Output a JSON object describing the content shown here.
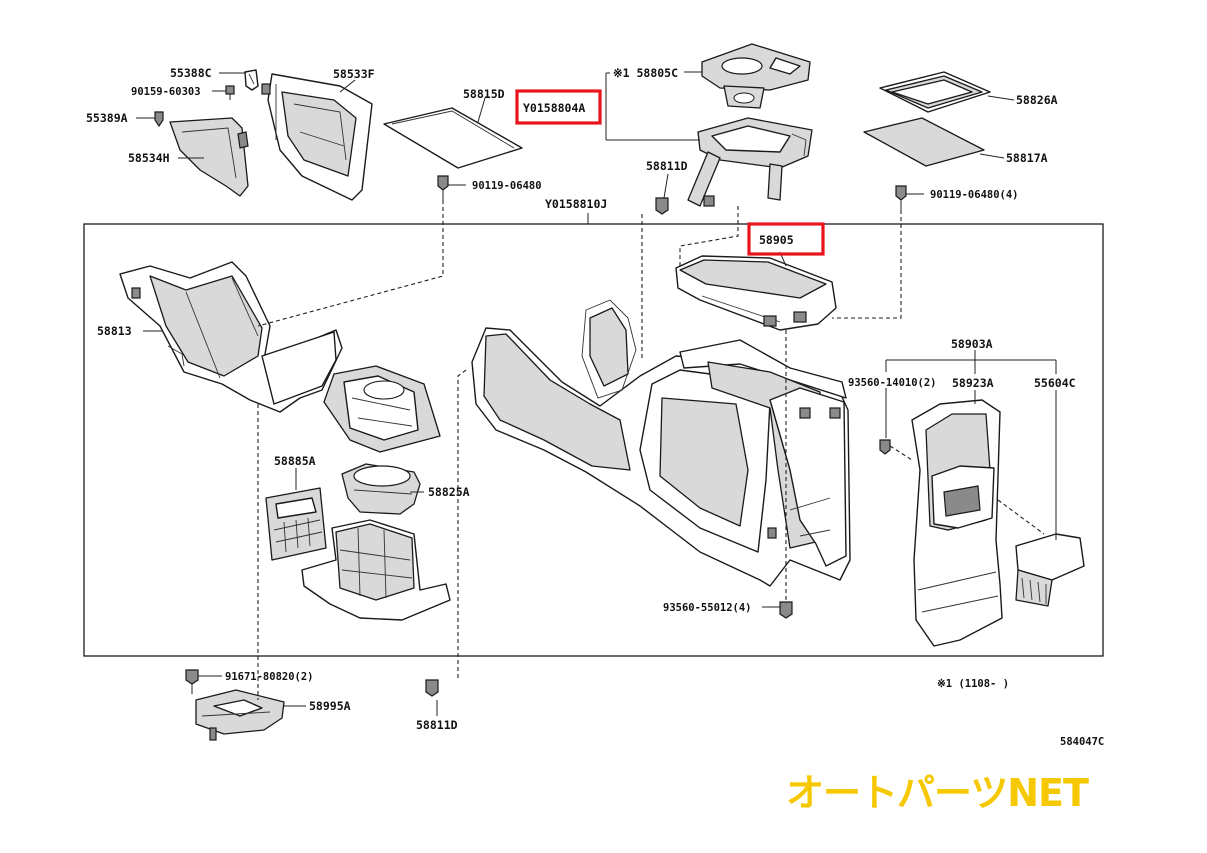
{
  "labels": {
    "p55388C": "55388C",
    "p90159": "90159-60303",
    "p55389A": "55389A",
    "p58534H": "58534H",
    "p58533F": "58533F",
    "p58815D": "58815D",
    "pY0158804A": "Y0158804A",
    "p58805C": "※1 58805C",
    "p58811D_top": "58811D",
    "p58826A": "58826A",
    "p58817A": "58817A",
    "p90119_left": "90119-06480",
    "pY0158810J": "Y0158810J",
    "p90119_right": "90119-06480(4)",
    "p58905": "58905",
    "p58813": "58813",
    "p58903A": "58903A",
    "p93560_14010": "93560-14010(2)",
    "p58923A": "58923A",
    "p55604C": "55604C",
    "p58885A": "58885A",
    "p58825A": "58825A",
    "p93560_55012": "93560-55012(4)",
    "p91671": "91671-80820(2)",
    "p58995A": "58995A",
    "p58811D_bottom": "58811D",
    "footnote": "※1 (1108-  )",
    "diagram_code": "584047C"
  },
  "highlight_color": "#e8141c",
  "brand": {
    "text": "オートパーツNET",
    "color": "#f6c800"
  }
}
